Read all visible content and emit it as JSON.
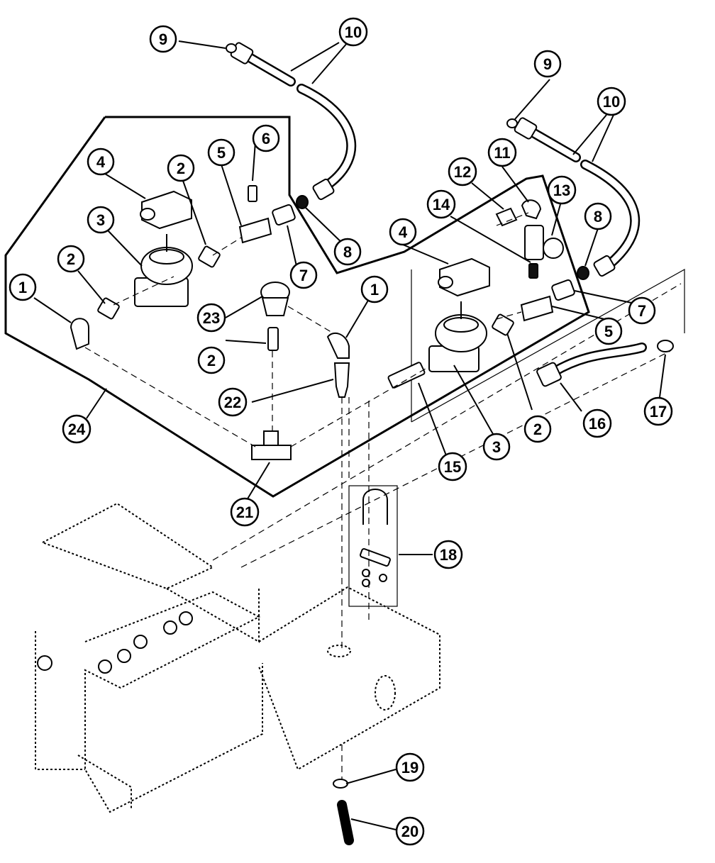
{
  "callouts": [
    {
      "label": "1"
    },
    {
      "label": "1"
    },
    {
      "label": "2"
    },
    {
      "label": "2"
    },
    {
      "label": "2"
    },
    {
      "label": "2"
    },
    {
      "label": "3"
    },
    {
      "label": "3"
    },
    {
      "label": "4"
    },
    {
      "label": "4"
    },
    {
      "label": "5"
    },
    {
      "label": "5"
    },
    {
      "label": "6"
    },
    {
      "label": "7"
    },
    {
      "label": "7"
    },
    {
      "label": "8"
    },
    {
      "label": "8"
    },
    {
      "label": "9"
    },
    {
      "label": "9"
    },
    {
      "label": "10"
    },
    {
      "label": "10"
    },
    {
      "label": "11"
    },
    {
      "label": "12"
    },
    {
      "label": "13"
    },
    {
      "label": "14"
    },
    {
      "label": "15"
    },
    {
      "label": "16"
    },
    {
      "label": "17"
    },
    {
      "label": "18"
    },
    {
      "label": "19"
    },
    {
      "label": "20"
    },
    {
      "label": "21"
    },
    {
      "label": "22"
    },
    {
      "label": "23"
    },
    {
      "label": "24"
    }
  ]
}
